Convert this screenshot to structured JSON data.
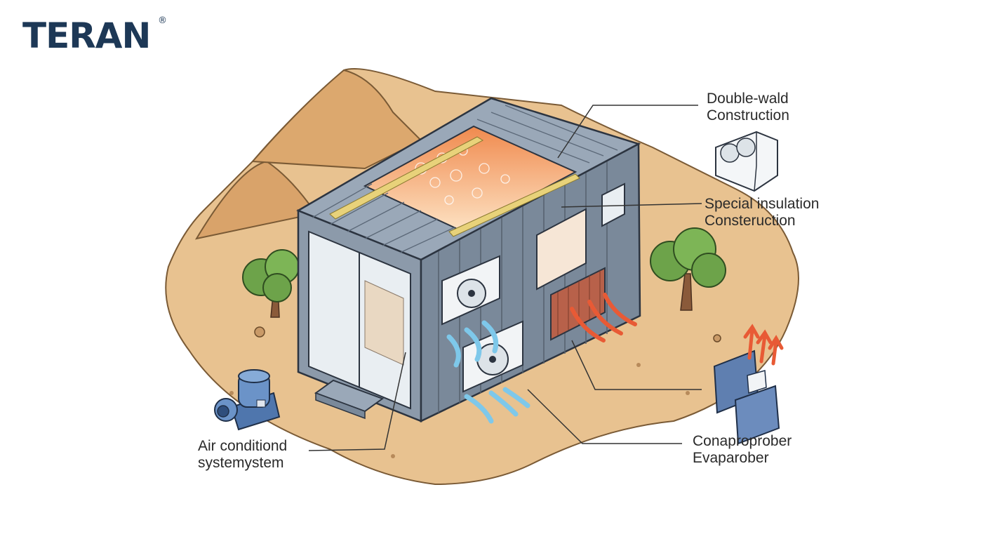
{
  "brand": {
    "name": "TERAN",
    "registered_mark": "®",
    "color": "#1d3856"
  },
  "labels": {
    "double_wall": {
      "line1": "Double-wald",
      "line2": "Construction"
    },
    "insulation": {
      "line1": "Special insulation",
      "line2": "Consteruction"
    },
    "condenser": {
      "line1": "Conaproprober",
      "line2": "Evaparober"
    },
    "air_conditioning": {
      "line1": "Air conditiond",
      "line2": "systemystem"
    }
  },
  "colors": {
    "sand": "#e5bf8d",
    "container": "#8593a3",
    "cool_air": "#7ec8ea",
    "heat": "#e85a35",
    "leader_line": "#333333"
  },
  "icons": [
    "outdoor-ac-unit-icon",
    "compressor-icon",
    "heat-exchanger-panels-icon",
    "tree-icon"
  ]
}
